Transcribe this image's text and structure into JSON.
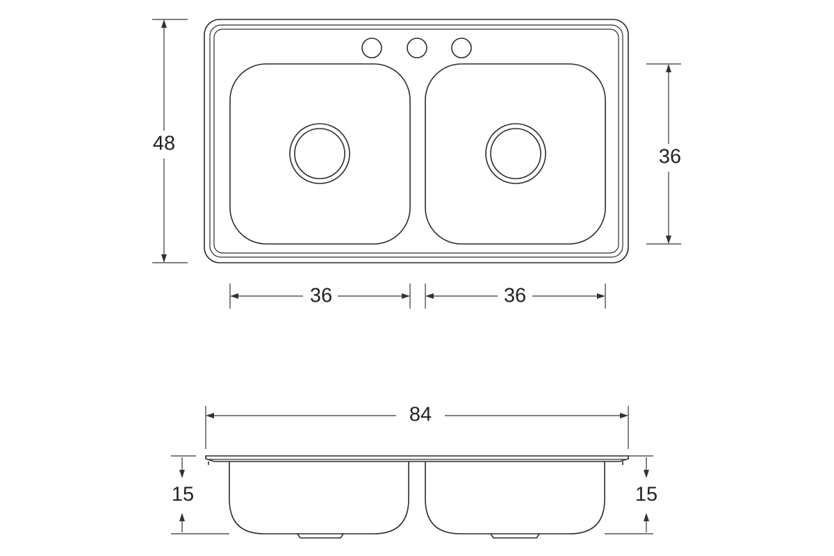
{
  "colors": {
    "line": "#2a2a2a",
    "background": "#ffffff"
  },
  "dimensions": {
    "overall_depth": "48",
    "bowl_depth": "36",
    "left_bowl_width": "36",
    "right_bowl_width": "36",
    "overall_width": "84",
    "left_bowl_height": "15",
    "right_bowl_height": "15"
  }
}
